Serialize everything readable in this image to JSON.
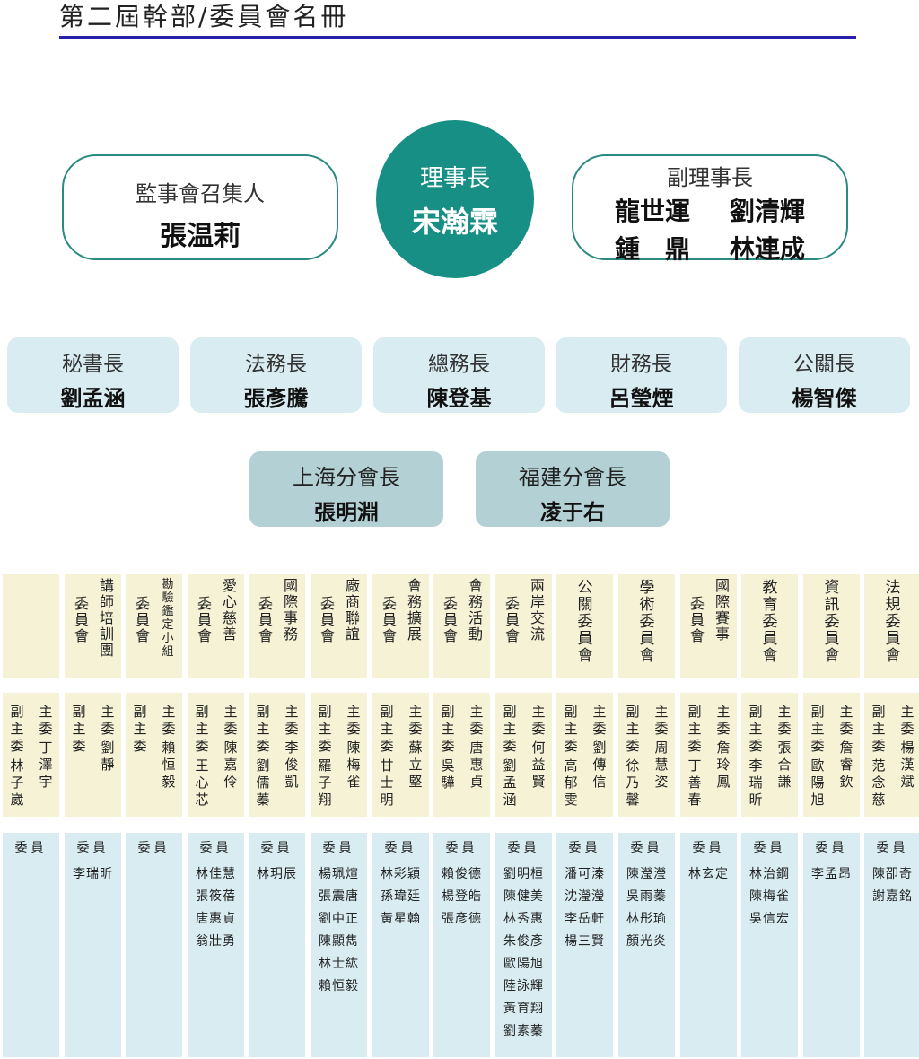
{
  "page": {
    "title": "第二屆幹部/委員會名冊"
  },
  "top": {
    "supervisor": {
      "role": "監事會召集人",
      "name": "張温莉"
    },
    "chair": {
      "role": "理事長",
      "name": "宋瀚霖"
    },
    "vice": {
      "role": "副理事長",
      "names": [
        "龍世運",
        "劉清輝",
        "鍾　鼎",
        "林連成"
      ]
    }
  },
  "officers": [
    {
      "role": "秘書長",
      "name": "劉孟涵"
    },
    {
      "role": "法務長",
      "name": "張彥騰"
    },
    {
      "role": "總務長",
      "name": "陳登基"
    },
    {
      "role": "財務長",
      "name": "呂瑩煙"
    },
    {
      "role": "公關長",
      "name": "楊智傑"
    }
  ],
  "branches": [
    {
      "role": "上海分會長",
      "name": "張明淵"
    },
    {
      "role": "福建分會長",
      "name": "凌于右"
    }
  ],
  "labels": {
    "chair_role": "主委",
    "vice_role": "副主委",
    "member": "委員"
  },
  "committees": [
    {
      "name": [
        "",
        ""
      ],
      "chair": "丁澤宇",
      "vice": "林子崴",
      "members": []
    },
    {
      "name": [
        "講師培訓團",
        "委員會"
      ],
      "chair": "劉　靜",
      "vice": "",
      "members": [
        "李瑞昕"
      ]
    },
    {
      "name": [
        "勘驗鑑定小組",
        "委員會"
      ],
      "chair": "賴恒毅",
      "vice": "",
      "members": []
    },
    {
      "name": [
        "愛心慈善",
        "委員會"
      ],
      "chair": "陳嘉伶",
      "vice": "王心芯",
      "members": [
        "林佳慧",
        "張筱蓓",
        "唐惠貞",
        "翁壯勇"
      ]
    },
    {
      "name": [
        "國際事務",
        "委員會"
      ],
      "chair": "李俊凱",
      "vice": "劉儒蓁",
      "members": [
        "林玥辰"
      ]
    },
    {
      "name": [
        "廠商聯誼",
        "委員會"
      ],
      "chair": "陳梅雀",
      "vice": "羅子翔",
      "members": [
        "楊珮煊",
        "張震唐",
        "劉中正",
        "陳顯雋",
        "林士紘",
        "賴恒毅"
      ]
    },
    {
      "name": [
        "會務擴展",
        "委員會"
      ],
      "chair": "蘇立堅",
      "vice": "甘士明",
      "members": [
        "林彩穎",
        "孫瑋廷",
        "黃星翰"
      ]
    },
    {
      "name": [
        "會務活動",
        "委員會"
      ],
      "chair": "唐惠貞",
      "vice": "吳　驊",
      "members": [
        "賴俊德",
        "楊登皓",
        "張彥德"
      ]
    },
    {
      "name": [
        "兩岸交流",
        "委員會"
      ],
      "chair": "何益賢",
      "vice": "劉孟涵",
      "members": [
        "劉明桓",
        "陳健美",
        "林秀惠",
        "朱俊彥",
        "歐陽旭",
        "陸詠輝",
        "黃育翔",
        "劉素蓁"
      ]
    },
    {
      "name": [
        "公關委員會",
        ""
      ],
      "chair": "劉傳信",
      "vice": "高郁雯",
      "members": [
        "潘可溱",
        "沈瀅瀅",
        "李岳軒",
        "楊三賢"
      ]
    },
    {
      "name": [
        "學術委員會",
        ""
      ],
      "chair": "周慧姿",
      "vice": "徐乃馨",
      "members": [
        "陳瀅瀅",
        "吳雨蓁",
        "林彤瑜",
        "顏光炎"
      ]
    },
    {
      "name": [
        "國際賽事",
        "委員會"
      ],
      "chair": "詹玲鳳",
      "vice": "丁善春",
      "members": [
        "林玄定"
      ]
    },
    {
      "name": [
        "教育委員會",
        ""
      ],
      "chair": "張合謙",
      "vice": "李瑞昕",
      "members": [
        "林治鋼",
        "陳梅雀",
        "吳信宏"
      ]
    },
    {
      "name": [
        "資訊委員會",
        ""
      ],
      "chair": "詹睿欽",
      "vice": "歐陽旭",
      "members": [
        "李孟昂"
      ]
    },
    {
      "name": [
        "法規委員會",
        ""
      ],
      "chair": "楊漢斌",
      "vice": "范念慈",
      "members": [
        "陳卲奇",
        "謝嘉銘"
      ]
    }
  ]
}
